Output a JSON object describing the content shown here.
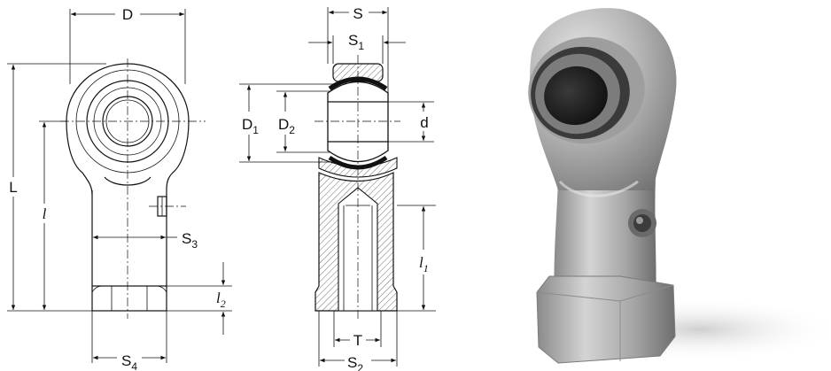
{
  "labels": {
    "D": "D",
    "S": "S",
    "S1": {
      "base": "S",
      "sub": "1"
    },
    "D1": {
      "base": "D",
      "sub": "1"
    },
    "D2": {
      "base": "D",
      "sub": "2"
    },
    "d": "d",
    "L": "L",
    "l": "l",
    "S3": {
      "base": "S",
      "sub": "3"
    },
    "l2": {
      "base": "l",
      "sub": "2"
    },
    "S4": {
      "base": "S",
      "sub": "4"
    },
    "l1": {
      "base": "l",
      "sub": "1"
    },
    "T": "T",
    "S2": {
      "base": "S",
      "sub": "2"
    }
  },
  "colors": {
    "line": "#111111",
    "hatch": "#333333",
    "ball": "#1a1a1a",
    "photo_body": "#a8a8a8",
    "photo_shadow": "#d8d8d8"
  }
}
